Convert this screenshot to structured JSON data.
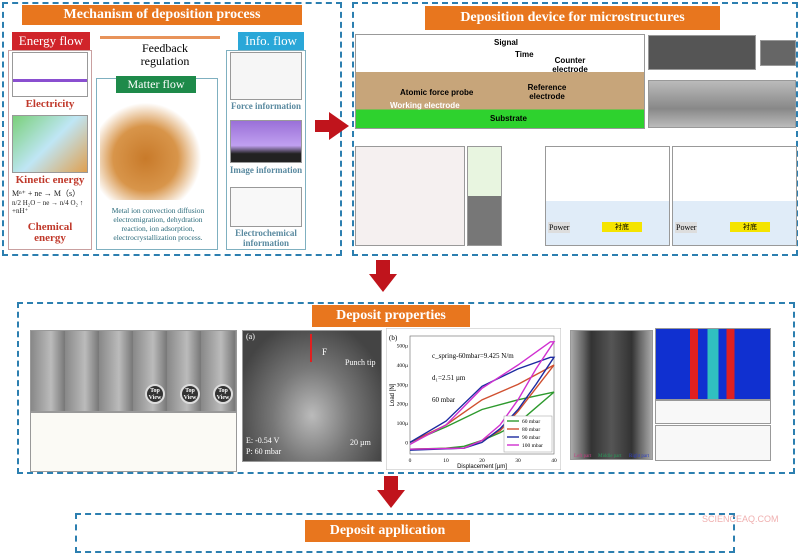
{
  "mechanism": {
    "title": "Mechanism of deposition process",
    "energy_flow": "Energy flow",
    "feedback": "Feedback regulation",
    "info_flow": "Info. flow",
    "matter_flow": "Matter flow",
    "electricity": "Electricity",
    "kinetic_energy": "Kinetic energy",
    "chemical_energy": "Chemical energy",
    "eq1": "Mⁿ⁺ + ne → M（s）",
    "eq2": "n/2 H₂O − ne → n/4 O₂ ↑ +nH⁺",
    "matter_desc": "Metal ion convection diffusion electromigration, dehydration reaction, ion adsorption, electrocrystallization process.",
    "force_info": "Force information",
    "image_info": "Image information",
    "electrochem_info": "Electrochemical information"
  },
  "device": {
    "title": "Deposition device for microstructures",
    "signal": "Signal",
    "time": "Time",
    "counter_electrode": "Counter electrode",
    "reference_electrode": "Reference electrode",
    "afm_probe": "Atomic force probe",
    "working_electrode": "Working electrode",
    "substrate": "Substrate",
    "power": "Power",
    "substrate_cn": "衬底"
  },
  "properties": {
    "title": "Deposit properties",
    "sem_a_label": "(a)",
    "force_label": "F",
    "punch_tip": "Punch tip",
    "potential": "E: -0.54 V",
    "pressure": "P: 60 mbar",
    "scale": "20 µm",
    "top_view": "Top View",
    "left_part": "Left part",
    "middle_part": "Middle part",
    "right_part": "Right part"
  },
  "chart_data": {
    "type": "line",
    "panel_label": "(b)",
    "xlabel": "Displacement [µm]",
    "ylabel": "Load [N]",
    "xlim": [
      0,
      40
    ],
    "ylim": [
      -60,
      550
    ],
    "xticks": [
      "0",
      "10",
      "20",
      "30",
      "40"
    ],
    "yticks": [
      "0",
      "100µ",
      "200µ",
      "300µ",
      "400µ",
      "500µ"
    ],
    "annotations": [
      "c_spring-60mbar=9.425 N/m",
      "d₁=2.51 µm",
      "60 mbar"
    ],
    "legend_position": "bottom-right",
    "series": [
      {
        "name": "60 mbar",
        "color": "#2e9a2e",
        "x": [
          0,
          10,
          20,
          30,
          40,
          35,
          30,
          25,
          20,
          15,
          10,
          0
        ],
        "y": [
          0,
          80,
          170,
          220,
          260,
          180,
          100,
          50,
          10,
          -20,
          -30,
          -35
        ]
      },
      {
        "name": "80 mbar",
        "color": "#d05030",
        "x": [
          0,
          10,
          20,
          30,
          40,
          35,
          30,
          25,
          20,
          15,
          0
        ],
        "y": [
          0,
          90,
          220,
          300,
          400,
          280,
          160,
          60,
          10,
          -30,
          -35
        ]
      },
      {
        "name": "90 mbar",
        "color": "#1c2aa0",
        "x": [
          0,
          10,
          20,
          30,
          39,
          40,
          35,
          30,
          25,
          20,
          15,
          0
        ],
        "y": [
          0,
          110,
          290,
          380,
          440,
          440,
          300,
          170,
          70,
          0,
          -30,
          -40
        ]
      },
      {
        "name": "100 mbar",
        "color": "#d030d0",
        "x": [
          0,
          10,
          20,
          30,
          39,
          40,
          35,
          30,
          25,
          20,
          15,
          0
        ],
        "y": [
          -10,
          90,
          280,
          400,
          520,
          520,
          380,
          220,
          90,
          10,
          -30,
          -35
        ]
      }
    ]
  },
  "application": {
    "title": "Deposit application"
  },
  "watermark": "SCIENCEAQ.COM",
  "colors": {
    "accent": "#e8761e",
    "border": "#2c7fb0",
    "arrow": "#c0141c"
  }
}
